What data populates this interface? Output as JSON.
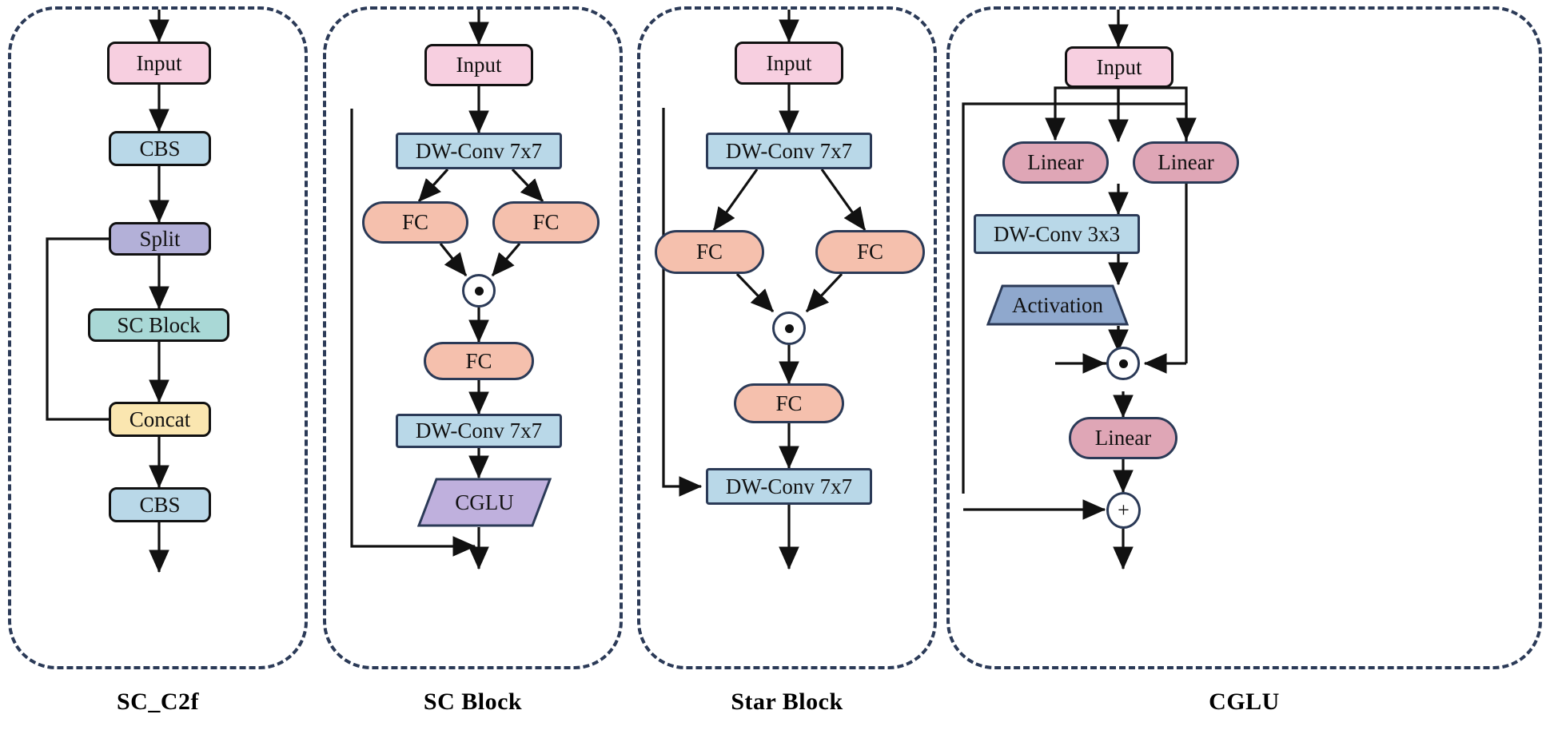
{
  "figure": {
    "title": "",
    "panel_count": 4
  },
  "colors": {
    "input_pink": "#f7cfe0",
    "conv_blue": "#b9d8e8",
    "split_violet": "#b3b0d8",
    "scblock_teal": "#a9d8d6",
    "concat_yellow": "#fae6b0",
    "fc_salmon": "#f5c0ad",
    "cglu_purple": "#bfb0dd",
    "linear_rose": "#dfa6b6",
    "activation_steel": "#8fa8cd",
    "border_navy": "#2b3a57",
    "arrow_black": "#111111"
  },
  "panels": [
    {
      "id": "sc_c2f",
      "caption": "SC_C2f",
      "nodes": [
        {
          "key": "input",
          "label": "Input",
          "shape": "round",
          "color": "input_pink"
        },
        {
          "key": "cbs1",
          "label": "CBS",
          "shape": "round",
          "color": "conv_blue"
        },
        {
          "key": "split",
          "label": "Split",
          "shape": "round",
          "color": "split_violet"
        },
        {
          "key": "scblock",
          "label": "SC  Block",
          "shape": "round",
          "color": "scblock_teal"
        },
        {
          "key": "concat",
          "label": "Concat",
          "shape": "round",
          "color": "concat_yellow"
        },
        {
          "key": "cbs2",
          "label": "CBS",
          "shape": "round",
          "color": "conv_blue"
        }
      ],
      "edges": [
        "external-in -> input",
        "input -> cbs1",
        "cbs1 -> split",
        "split -> scblock",
        "split -> concat (skip, left bypass)",
        "scblock -> concat",
        "concat -> cbs2",
        "cbs2 -> external-out"
      ]
    },
    {
      "id": "sc_block",
      "caption": "SC  Block",
      "nodes": [
        {
          "key": "input",
          "label": "Input",
          "shape": "round",
          "color": "input_pink"
        },
        {
          "key": "dwconv1",
          "label": "DW-Conv 7x7",
          "shape": "rect",
          "color": "conv_blue"
        },
        {
          "key": "fc_l",
          "label": "FC",
          "shape": "pill",
          "color": "fc_salmon"
        },
        {
          "key": "fc_r",
          "label": "FC",
          "shape": "pill",
          "color": "fc_salmon"
        },
        {
          "key": "mul",
          "label": "⊙",
          "shape": "circle-op",
          "color": "white",
          "op": "elementwise-multiply"
        },
        {
          "key": "fc_m",
          "label": "FC",
          "shape": "pill",
          "color": "fc_salmon"
        },
        {
          "key": "dwconv2",
          "label": "DW-Conv 7x7",
          "shape": "rect",
          "color": "conv_blue"
        },
        {
          "key": "cglu",
          "label": "CGLU",
          "shape": "parallelogram",
          "color": "cglu_purple"
        }
      ],
      "edges": [
        "external-in -> input",
        "input -> dwconv1",
        "input -> bottom skip (left bypass)",
        "dwconv1 -> fc_l",
        "dwconv1 -> fc_r",
        "fc_l -> mul",
        "fc_r -> mul",
        "mul -> fc_m",
        "fc_m -> dwconv2",
        "dwconv2 -> cglu",
        "cglu -> external-out"
      ]
    },
    {
      "id": "star_block",
      "caption": "Star Block",
      "nodes": [
        {
          "key": "input",
          "label": "Input",
          "shape": "round",
          "color": "input_pink"
        },
        {
          "key": "dwconv1",
          "label": "DW-Conv 7x7",
          "shape": "rect",
          "color": "conv_blue"
        },
        {
          "key": "fc_l",
          "label": "FC",
          "shape": "pill",
          "color": "fc_salmon"
        },
        {
          "key": "fc_r",
          "label": "FC",
          "shape": "pill",
          "color": "fc_salmon"
        },
        {
          "key": "mul",
          "label": "⊙",
          "shape": "circle-op",
          "color": "white",
          "op": "elementwise-multiply"
        },
        {
          "key": "fc_m",
          "label": "FC",
          "shape": "pill",
          "color": "fc_salmon"
        },
        {
          "key": "dwconv2",
          "label": "DW-Conv 7x7",
          "shape": "rect",
          "color": "conv_blue"
        }
      ],
      "edges": [
        "external-in -> input",
        "input -> dwconv1",
        "input -> dwconv2 (left bypass)",
        "dwconv1 -> fc_l",
        "dwconv1 -> fc_r",
        "fc_l -> mul",
        "fc_r -> mul",
        "mul -> fc_m",
        "fc_m -> dwconv2",
        "dwconv2 -> external-out"
      ]
    },
    {
      "id": "cglu",
      "caption": "CGLU",
      "nodes": [
        {
          "key": "input",
          "label": "Input",
          "shape": "round",
          "color": "input_pink"
        },
        {
          "key": "linear_l",
          "label": "Linear",
          "shape": "pill",
          "color": "linear_rose"
        },
        {
          "key": "linear_r",
          "label": "Linear",
          "shape": "pill",
          "color": "linear_rose"
        },
        {
          "key": "dwconv",
          "label": "DW-Conv 3x3",
          "shape": "rect",
          "color": "conv_blue"
        },
        {
          "key": "act",
          "label": "Activation",
          "shape": "parallelogram",
          "color": "activation_steel"
        },
        {
          "key": "mul",
          "label": "⊙",
          "shape": "circle-op",
          "color": "white",
          "op": "elementwise-multiply"
        },
        {
          "key": "linear_o",
          "label": "Linear",
          "shape": "pill",
          "color": "linear_rose"
        },
        {
          "key": "add",
          "label": "+",
          "shape": "circle-op",
          "color": "white",
          "op": "elementwise-add"
        }
      ],
      "edges": [
        "external-in -> input",
        "input -> linear_l",
        "input -> linear_r",
        "input -> add (left bypass)",
        "linear_l -> dwconv",
        "dwconv -> act",
        "act -> mul",
        "linear_r -> mul",
        "mul -> linear_o",
        "linear_o -> add",
        "add -> external-out"
      ]
    }
  ]
}
